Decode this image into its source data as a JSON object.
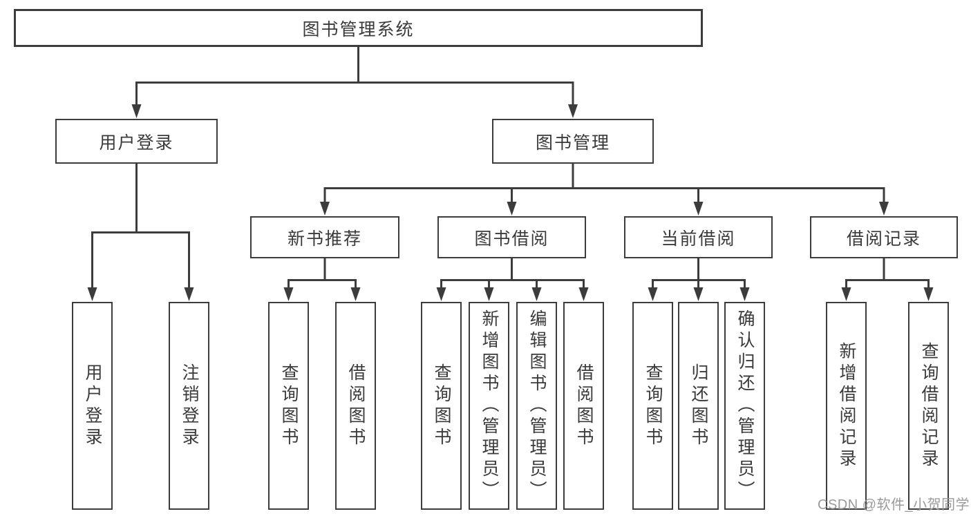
{
  "tree": {
    "root": "图书管理系统",
    "branches": [
      {
        "label": "用户登录",
        "children": [
          "用户登录",
          "注销登录"
        ]
      },
      {
        "label": "图书管理",
        "groups": [
          {
            "label": "新书推荐",
            "children": [
              "查询图书",
              "借阅图书"
            ]
          },
          {
            "label": "图书借阅",
            "children": [
              "查询图书",
              "新增图书（管理员）",
              "编辑图书（管理员）",
              "借阅图书"
            ]
          },
          {
            "label": "当前借阅",
            "children": [
              "查询图书",
              "归还图书",
              "确认归还（管理员）"
            ]
          },
          {
            "label": "借阅记录",
            "children": [
              "新增借阅记录",
              "查询借阅记录"
            ]
          }
        ]
      }
    ]
  },
  "watermark": "CSDN @软件_小贺同学",
  "colors": {
    "line": "#3c3c3c",
    "text": "#3a3a3a",
    "watermark": "#9a9a9a"
  }
}
